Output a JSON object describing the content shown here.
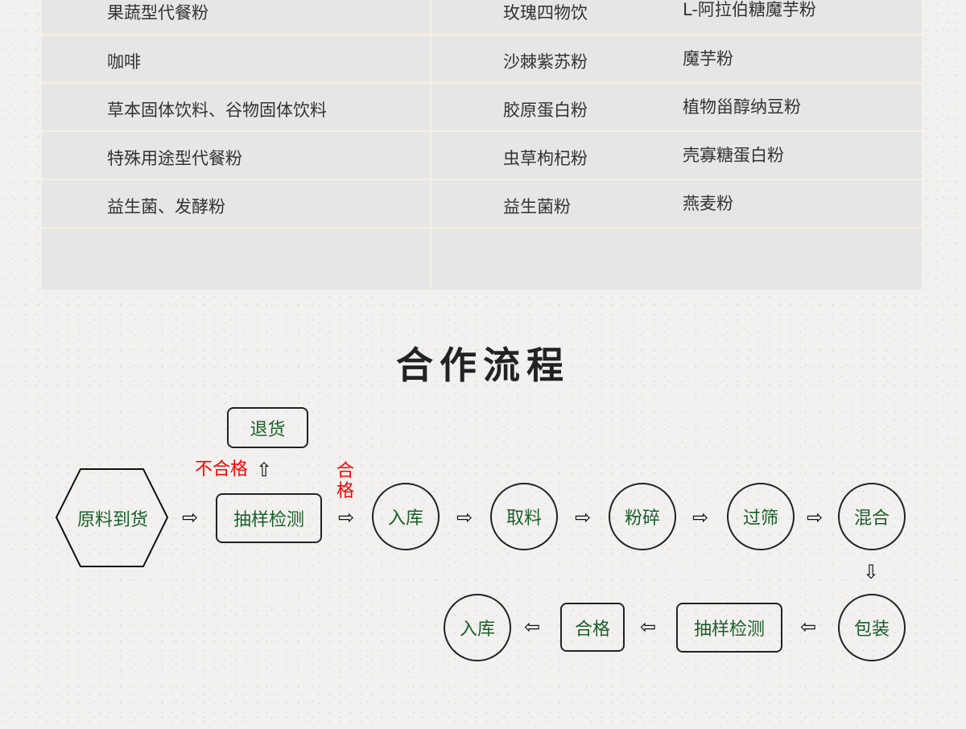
{
  "table": {
    "rows": [
      [
        "果蔬型代餐粉",
        "玫瑰四物饮",
        "L-阿拉伯糖魔芋粉"
      ],
      [
        "咖啡",
        "沙棘紫苏粉",
        "魔芋粉"
      ],
      [
        "草本固体饮料、谷物固体饮料",
        "胶原蛋白粉",
        "植物甾醇纳豆粉"
      ],
      [
        "特殊用途型代餐粉",
        "虫草枸杞粉",
        "壳寡糖蛋白粉"
      ],
      [
        "益生菌、发酵粉",
        "益生菌粉",
        "燕麦粉"
      ]
    ]
  },
  "section_title": "合作流程",
  "flow": {
    "raw_arrival": "原料到货",
    "sampling1": "抽样检测",
    "return": "退货",
    "fail_label": "不合格",
    "pass_label_top": "合",
    "pass_label_bottom": "格",
    "storage1": "入库",
    "take": "取料",
    "crush": "粉碎",
    "sieve": "过筛",
    "mix": "混合",
    "pack": "包装",
    "sampling2": "抽样检测",
    "pass": "合格",
    "storage2": "入库",
    "arrow_right": "⇨",
    "arrow_left": "⇦",
    "arrow_up": "⇧",
    "arrow_down": "⇩"
  }
}
